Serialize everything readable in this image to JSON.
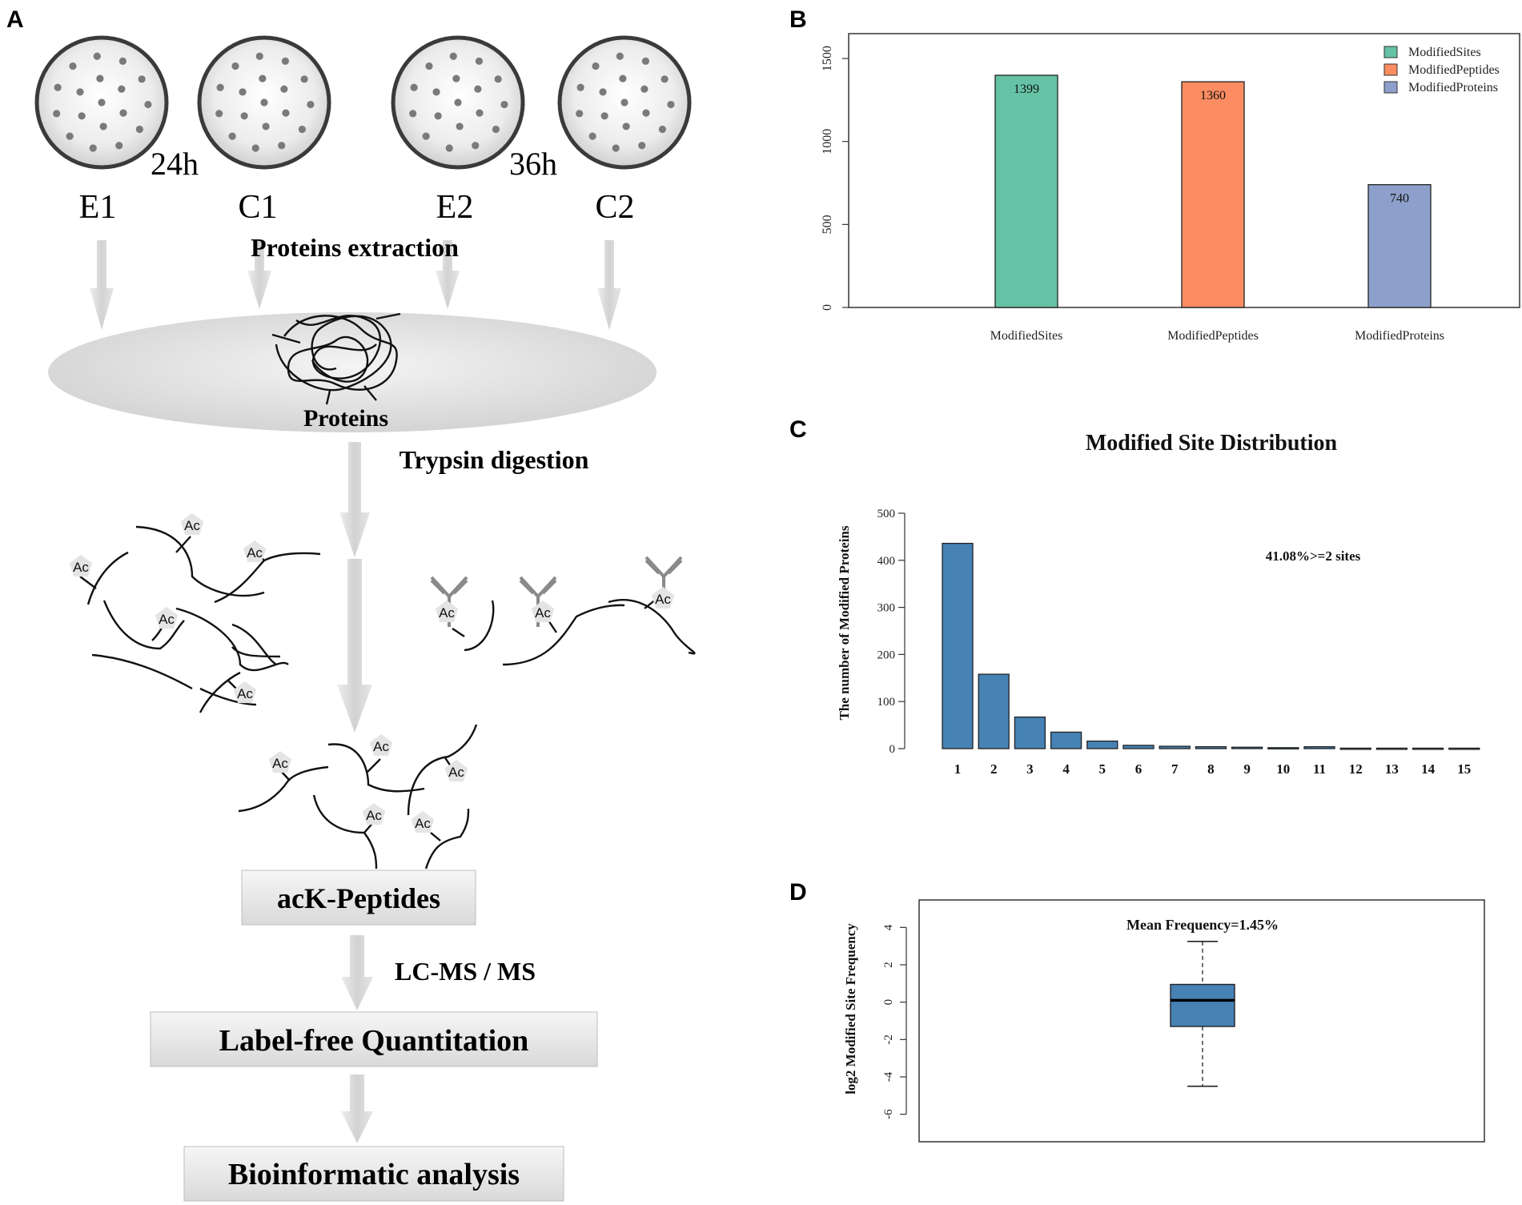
{
  "panel_a": {
    "letter": "A",
    "samples": [
      {
        "label": "E1"
      },
      {
        "label": "C1"
      },
      {
        "label": "E2"
      },
      {
        "label": "C2"
      }
    ],
    "time_labels": [
      "24h",
      "36h"
    ],
    "proteins_extraction": "Proteins extraction",
    "proteins_label": "Proteins",
    "trypsin_label": "Trypsin digestion",
    "ac_label": "Ac",
    "lcms_label": "LC-MS / MS",
    "box_labels": [
      "acK-Peptides",
      "Label-free Quantitation",
      "Bioinformatic analysis"
    ]
  },
  "panel_b": {
    "letter": "B"
  },
  "panel_c": {
    "letter": "C"
  },
  "panel_d": {
    "letter": "D"
  },
  "colors": {
    "sites": "#66c2a5",
    "peptides": "#fc8d62",
    "proteins": "#8da0cb",
    "steelblue": "#4682b4",
    "arrow": "#d8d8d8",
    "box_fill": "#e6e6e6"
  },
  "chart_data": [
    {
      "type": "bar",
      "panel": "B",
      "categories": [
        "ModifiedSites",
        "ModifiedPeptides",
        "ModifiedProteins"
      ],
      "values": [
        1399,
        1360,
        740
      ],
      "data_labels": [
        "1399",
        "1360",
        "740"
      ],
      "ylim": [
        0,
        1650
      ],
      "yticks": [
        0,
        500,
        1000,
        1500
      ],
      "legend": [
        "ModifiedSites",
        "ModifiedPeptides",
        "ModifiedProteins"
      ],
      "legend_position": "top-right",
      "colors": [
        "#66c2a5",
        "#fc8d62",
        "#8da0cb"
      ]
    },
    {
      "type": "bar",
      "panel": "C",
      "title": "Modified Site Distribution",
      "ylabel": "The number of Modified Proteins",
      "annotation": "41.08%>=2 sites",
      "categories": [
        "1",
        "2",
        "3",
        "4",
        "5",
        "6",
        "7",
        "8",
        "9",
        "10",
        "11",
        "12",
        "13",
        "14",
        "15"
      ],
      "values": [
        436,
        158,
        67,
        35,
        16,
        7,
        5,
        4,
        3,
        2,
        4,
        1,
        1,
        1,
        1
      ],
      "ylim": [
        0,
        500
      ],
      "yticks": [
        0,
        100,
        200,
        300,
        400,
        500
      ],
      "color": "#4682b4"
    },
    {
      "type": "box",
      "panel": "D",
      "ylabel": "log2 Modified Site Frequency",
      "annotation": "Mean Frequency=1.45%",
      "yticks": [
        -6,
        -4,
        -2,
        0,
        2,
        4
      ],
      "tick_labels": [
        "-6",
        "-4",
        "-2",
        "0",
        "2",
        "4"
      ],
      "ylim": [
        -7,
        5
      ],
      "whisker_low": -4.5,
      "q1": -1.3,
      "median": 0.1,
      "q3": 0.95,
      "whisker_high": 3.25,
      "color": "#4682b4"
    }
  ]
}
